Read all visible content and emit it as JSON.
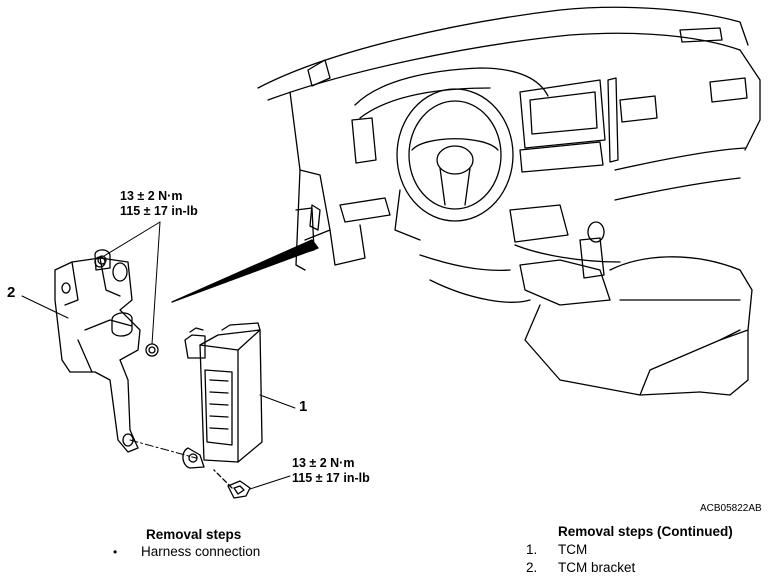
{
  "torque_upper": {
    "line1": "13 ± 2 N·m",
    "line2": "115 ± 17 in-lb"
  },
  "torque_lower": {
    "line1": "13 ± 2 N·m",
    "line2": "115 ± 17 in-lb"
  },
  "callouts": {
    "tcm": "1",
    "bracket": "2"
  },
  "figure_id": "ACB05822AB",
  "removal_left": {
    "title": "Removal steps",
    "items": [
      {
        "marker": "•",
        "label": "Harness connection"
      }
    ]
  },
  "removal_right": {
    "title": "Removal steps (Continued)",
    "items": [
      {
        "marker": "1.",
        "label": "TCM"
      },
      {
        "marker": "2.",
        "label": "TCM bracket"
      }
    ]
  }
}
